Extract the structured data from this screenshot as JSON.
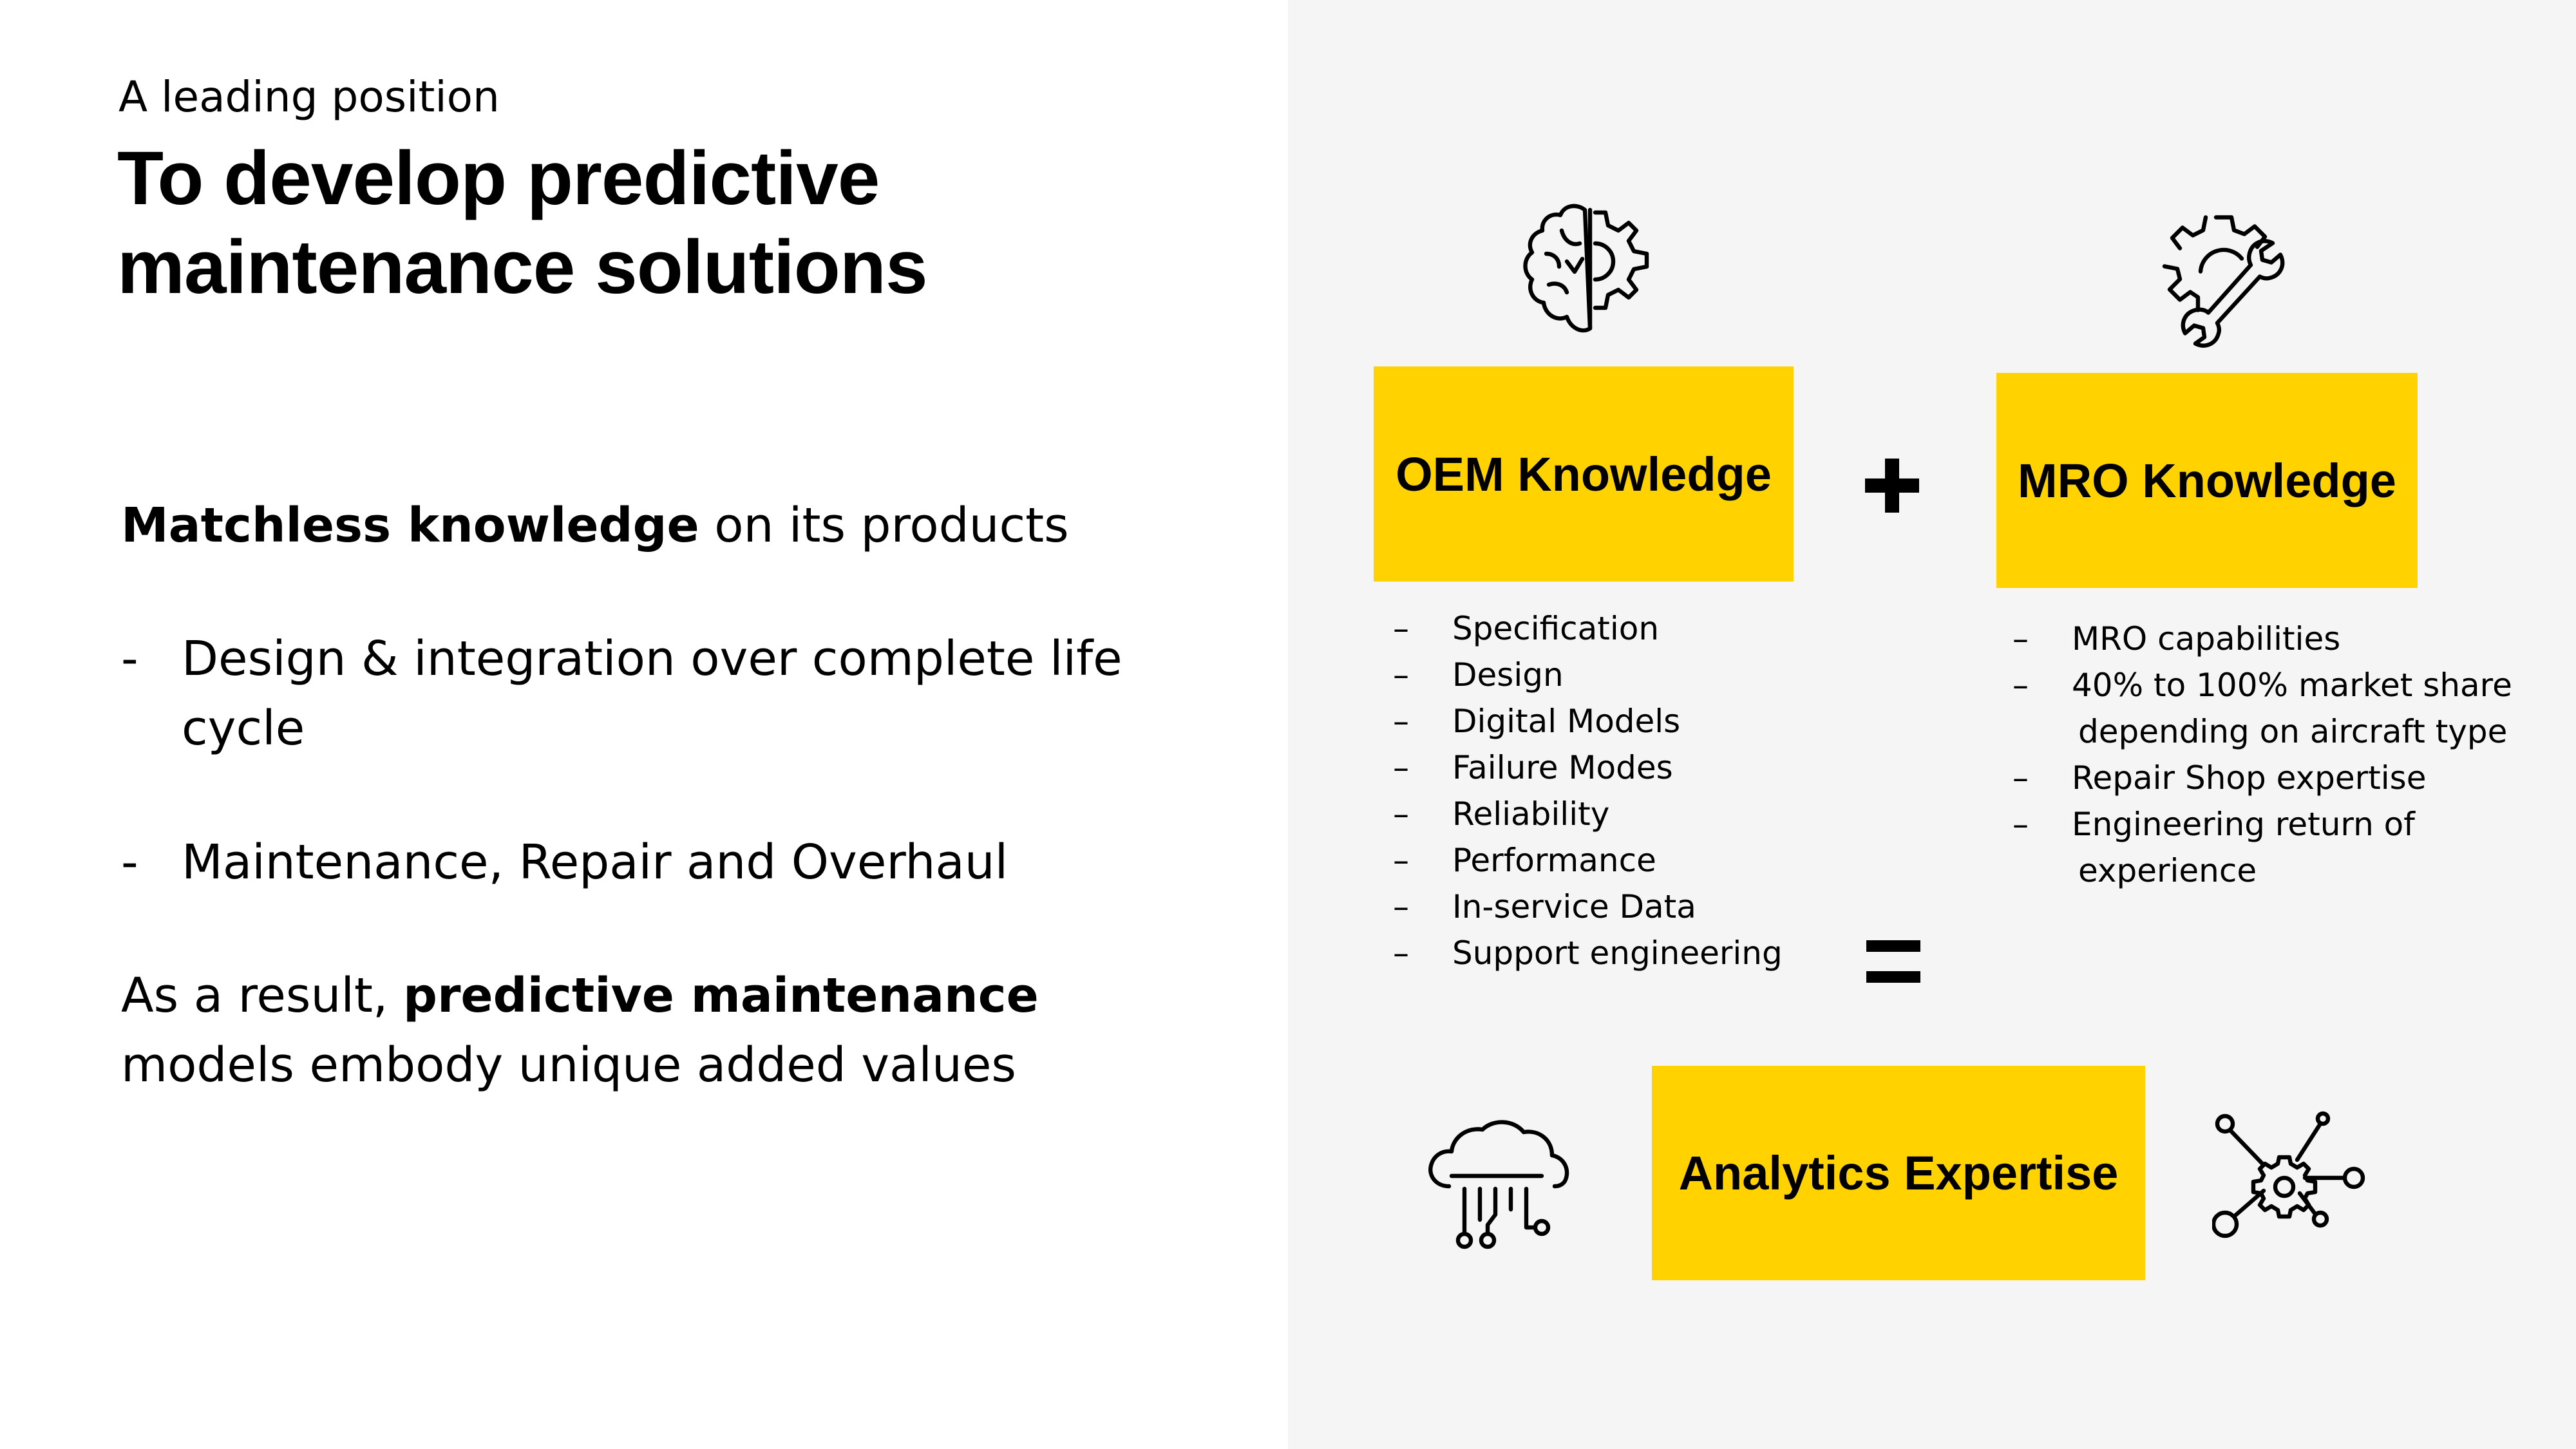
{
  "header": {
    "subtitle": "A leading position",
    "title": "To develop predictive maintenance solutions"
  },
  "left": {
    "intro": {
      "bold": "Matchless knowledge",
      "rest": " on its products"
    },
    "bullets": [
      {
        "dash": "-",
        "text": "Design & integration over complete life cycle"
      },
      {
        "dash": "-",
        "text": "Maintenance, Repair and Overhaul"
      }
    ],
    "result": {
      "pre": "As a result, ",
      "bold": "predictive maintenance",
      "post": " models embody unique added values"
    }
  },
  "diagram": {
    "oem": {
      "label": "OEM Knowledge",
      "items": [
        "Specification",
        "Design",
        "Digital Models",
        "Failure Modes",
        "Reliability",
        "Performance",
        "In-service Data",
        "Support engineering"
      ]
    },
    "mro": {
      "label": "MRO Knowledge",
      "items": [
        {
          "dash": "–",
          "text": "MRO capabilities"
        },
        {
          "dash": "–",
          "text": "40% to 100% market share"
        },
        {
          "dash": "",
          "text": "depending on aircraft type"
        },
        {
          "dash": "–",
          "text": "Repair Shop expertise"
        },
        {
          "dash": "–",
          "text": "Engineering return of"
        },
        {
          "dash": "",
          "text": "experience"
        }
      ]
    },
    "analytics": {
      "label": "Analytics Expertise"
    },
    "dash": "–",
    "icons": [
      "brain-gear-icon",
      "gear-wrench-icon",
      "cloud-circuit-icon",
      "network-gear-icon",
      "plus-icon",
      "equals-icon"
    ],
    "colors": {
      "box": "#ffd200",
      "panel": "#f5f5f5",
      "ink": "#000000"
    }
  }
}
